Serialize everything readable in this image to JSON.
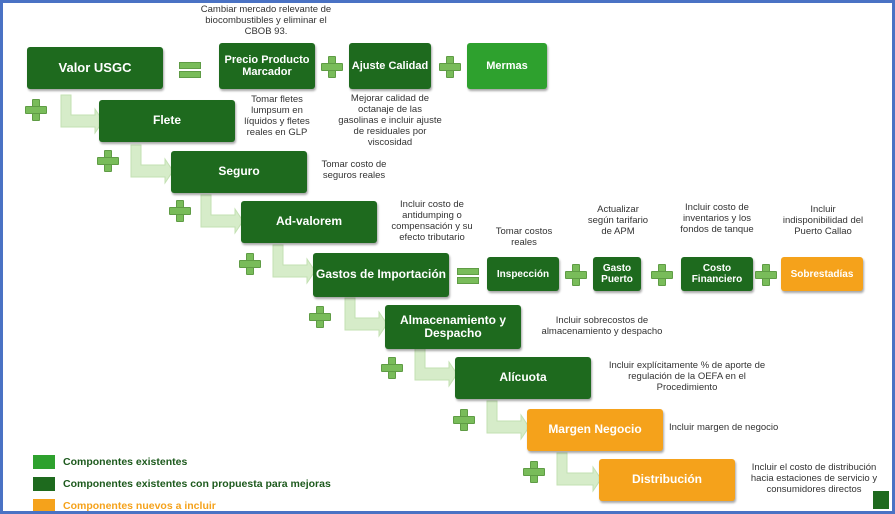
{
  "colors": {
    "dark_green": "#1e6a1e",
    "light_green": "#2ea12e",
    "orange": "#f5a21b",
    "frame": "#4a72c4",
    "arrow": "#d6ecc9"
  },
  "boxes": {
    "valor_usgc": "Valor USGC",
    "precio_producto_marcador": "Precio Producto Marcador",
    "ajuste_calidad": "Ajuste Calidad",
    "mermas": "Mermas",
    "flete": "Flete",
    "seguro": "Seguro",
    "ad_valorem": "Ad-valorem",
    "gastos_importacion": "Gastos de Importación",
    "inspeccion": "Inspección",
    "gasto_puerto": "Gasto Puerto",
    "costo_financiero": "Costo Financiero",
    "sobrestadias": "Sobrestadías",
    "almacenamiento_despacho": "Almacenamiento y Despacho",
    "alicuota": "Alícuota",
    "margen_negocio": "Margen Negocio",
    "distribucion": "Distribución"
  },
  "notes": {
    "precio": "Cambiar mercado relevante de biocombustibles y eliminar el CBOB 93.",
    "ajuste": "Mejorar calidad de octanaje de las gasolinas e incluir ajuste de residuales por viscosidad",
    "flete": "Tomar fletes lumpsum en líquidos y fletes reales en GLP",
    "seguro": "Tomar costo de seguros reales",
    "ad_valorem": "Incluir costo de antidumping o compensación y su efecto tributario",
    "inspeccion": "Tomar costos reales",
    "gasto_puerto": "Actualizar según tarifario de APM",
    "costo_financiero": "Incluir costo de inventarios y los fondos de tanque",
    "sobrestadias": "Incluir indisponibilidad del Puerto Callao",
    "almacenamiento": "Incluir sobrecostos de almacenamiento y despacho",
    "alicuota": "Incluir explícitamente % de aporte de regulación de la OEFA en el Procedimiento",
    "margen": "Incluir margen de negocio",
    "distribucion": "Incluir el costo de distribución hacia estaciones de servicio y consumidores directos"
  },
  "legend": {
    "existing": "Componentes existentes",
    "existing_improved": "Componentes existentes con propuesta para mejoras",
    "new": "Componentes nuevos a incluir"
  }
}
